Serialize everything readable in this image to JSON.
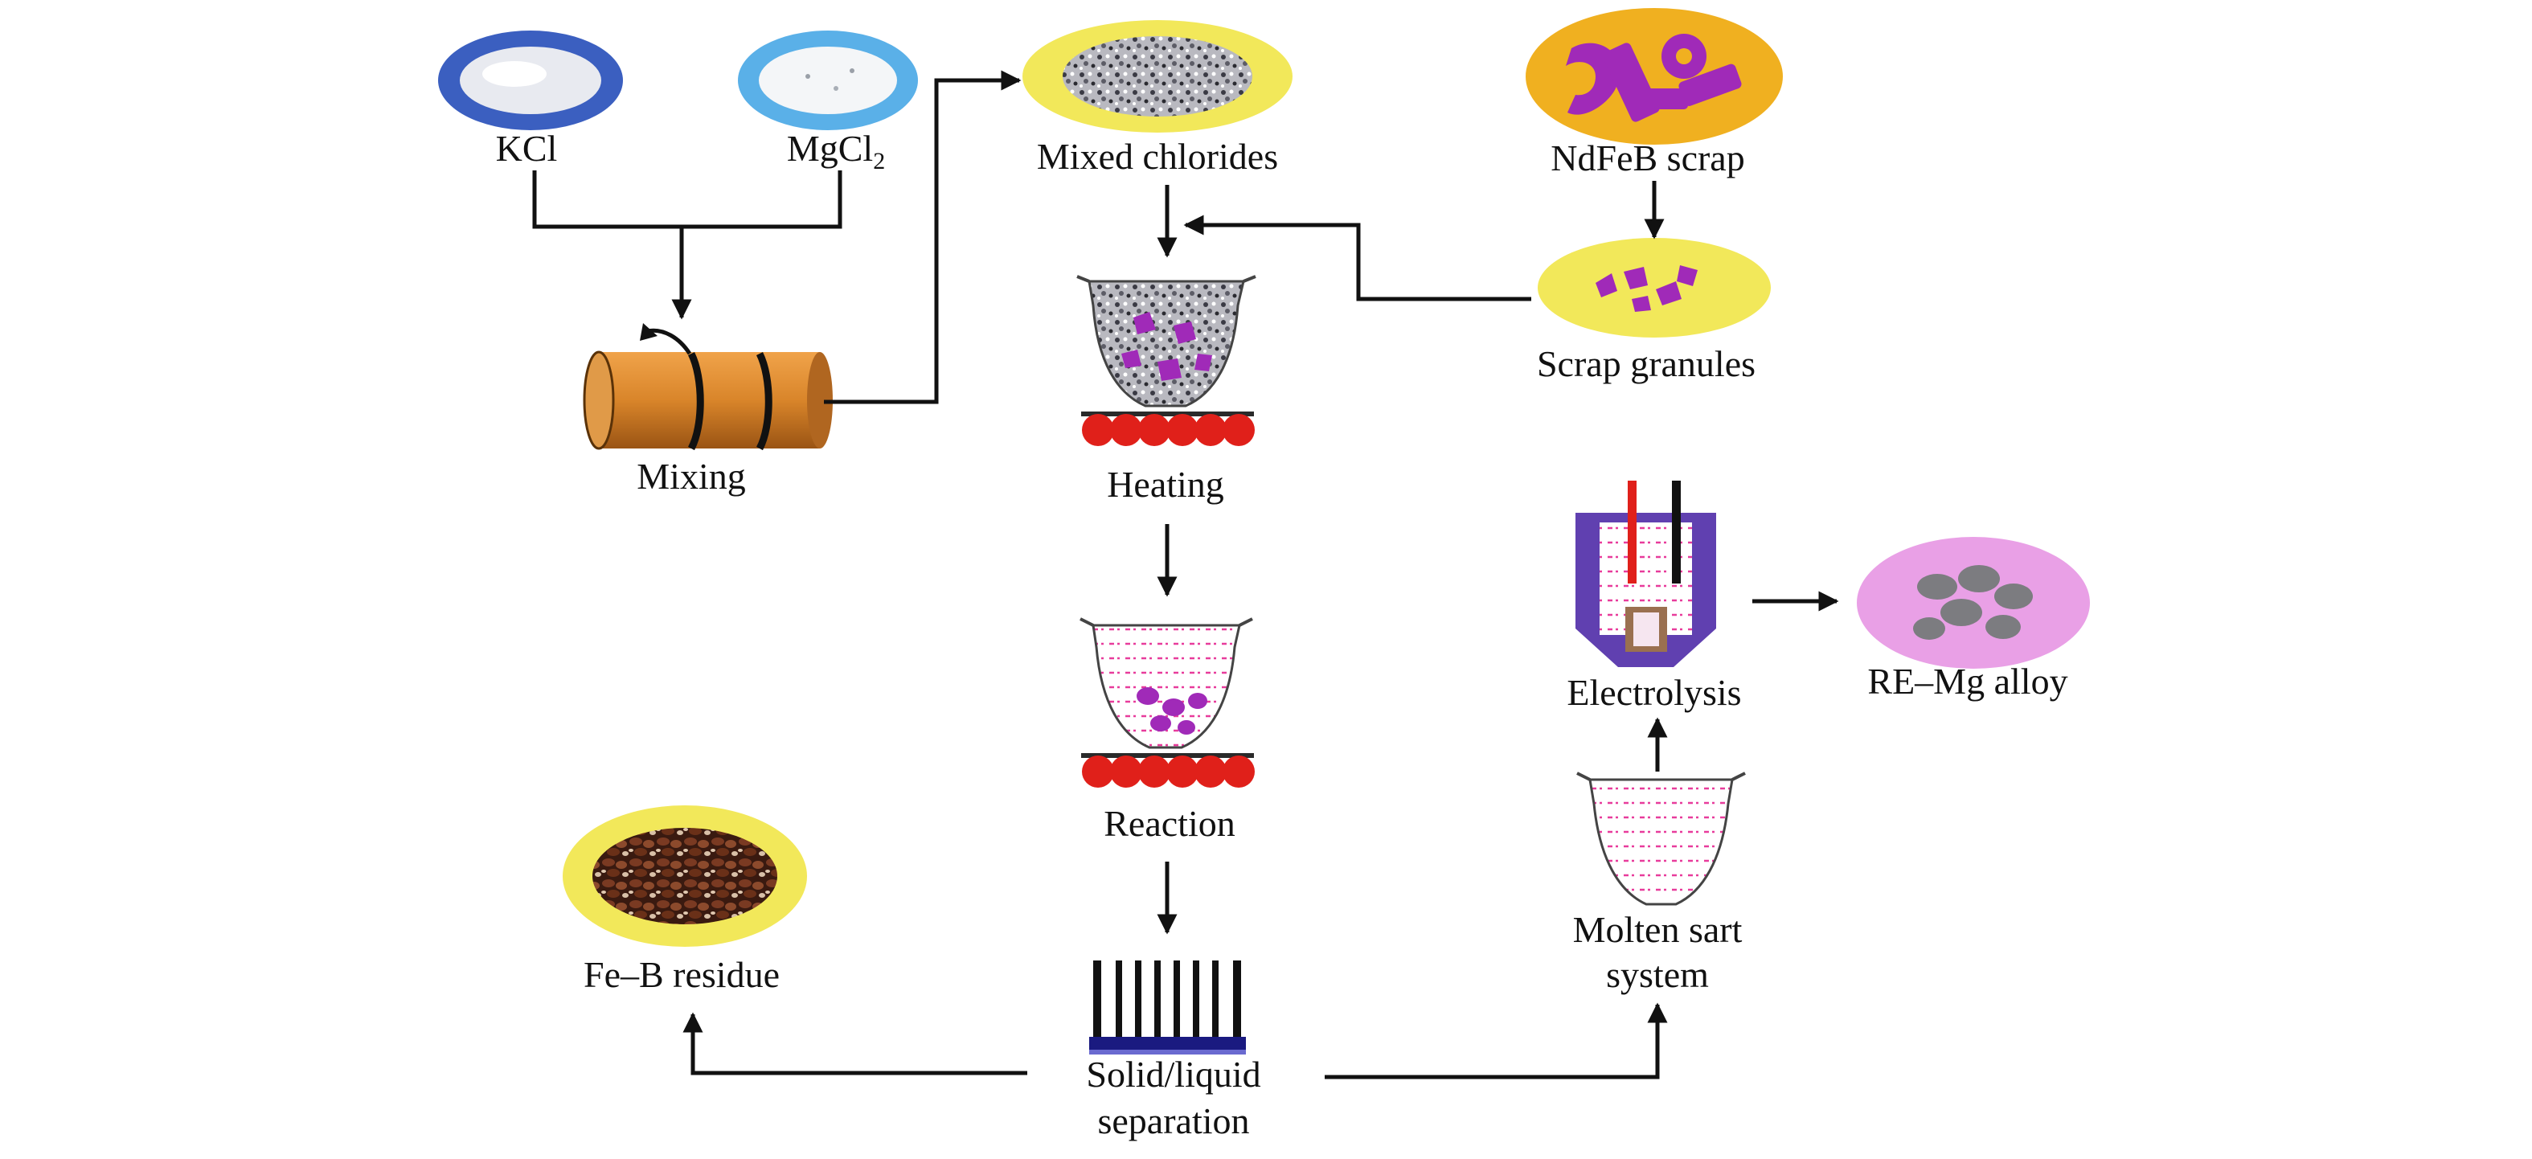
{
  "labels": {
    "kcl": "KCl",
    "mgcl_base": "MgCl",
    "mgcl_sub": "2",
    "mixed_chlorides": "Mixed chlorides",
    "ndfeb_scrap": "NdFeB scrap",
    "scrap_granules": "Scrap granules",
    "mixing": "Mixing",
    "heating": "Heating",
    "reaction": "Reaction",
    "electrolysis": "Electrolysis",
    "re_mg_alloy": "RE–Mg alloy",
    "fe_b_residue": "Fe–B residue",
    "separation_line1": "Solid/liquid",
    "separation_line2": "separation",
    "molten_line1": "Molten sart",
    "molten_line2": "system"
  },
  "colors": {
    "kcl_dish": "#3b5fc0",
    "mgcl2_dish": "#5ab0e8",
    "yellow_dish": "#f2e85a",
    "scrap_magenta": "#a02ab8",
    "alloy_pink": "#e9a0e6",
    "alloy_grey": "#7c7c80",
    "residue_brown": "#5a2a1a",
    "heater_red": "#e0201a",
    "drum_orange": "#d9852a",
    "cell_purple": "#6040b0",
    "liquid_pink": "#e83c9c"
  },
  "icons": [
    "kcl-powder-icon",
    "mgcl2-powder-icon",
    "mixed-chlorides-icon",
    "ndfeb-scrap-icon",
    "scrap-granules-icon",
    "mixing-drum-icon",
    "heating-crucible-icon",
    "reaction-crucible-icon",
    "filter-icon",
    "molten-salt-crucible-icon",
    "electrolysis-cell-icon",
    "re-mg-alloy-icon",
    "fe-b-residue-icon"
  ]
}
